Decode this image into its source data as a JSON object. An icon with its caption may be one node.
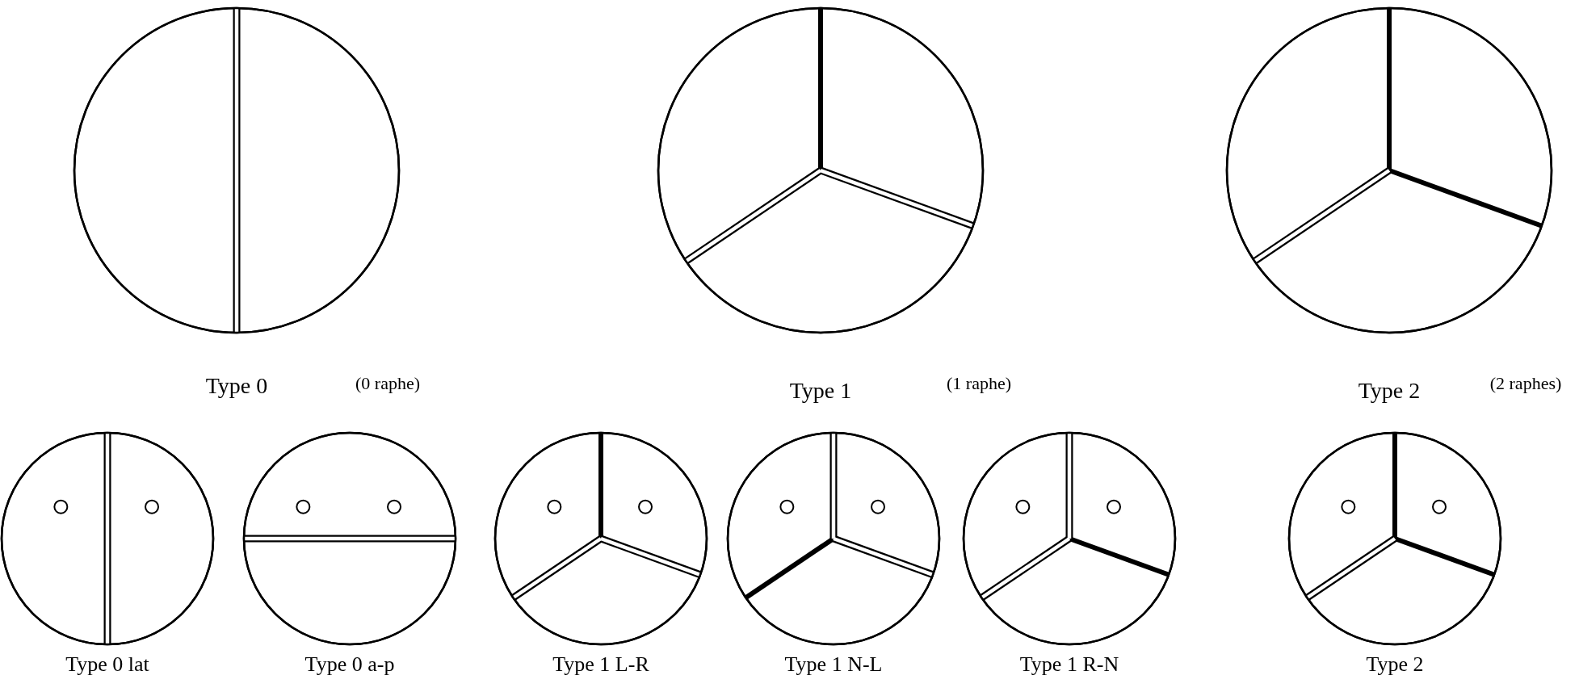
{
  "diagram": {
    "nodes": [
      {
        "text": [
          "Type 0"
        ],
        "beside": [
          "(0 raphe)"
        ]
      },
      {
        "text": [
          "Type 1"
        ],
        "beside": [
          "(1 raphe)"
        ]
      },
      {
        "text": [
          "Type 2"
        ],
        "beside": [
          "(2 raphes)"
        ]
      },
      {
        "text": [
          "Type 0 lat"
        ]
      },
      {
        "text": [
          "Type 0 a-p"
        ]
      },
      {
        "text": [
          "Type 1 L-R"
        ]
      },
      {
        "text": [
          "Type 1 N-L"
        ]
      },
      {
        "text": [
          "Type 1 R-N"
        ]
      },
      {
        "text": [
          "Type 2"
        ]
      }
    ],
    "edges": []
  }
}
